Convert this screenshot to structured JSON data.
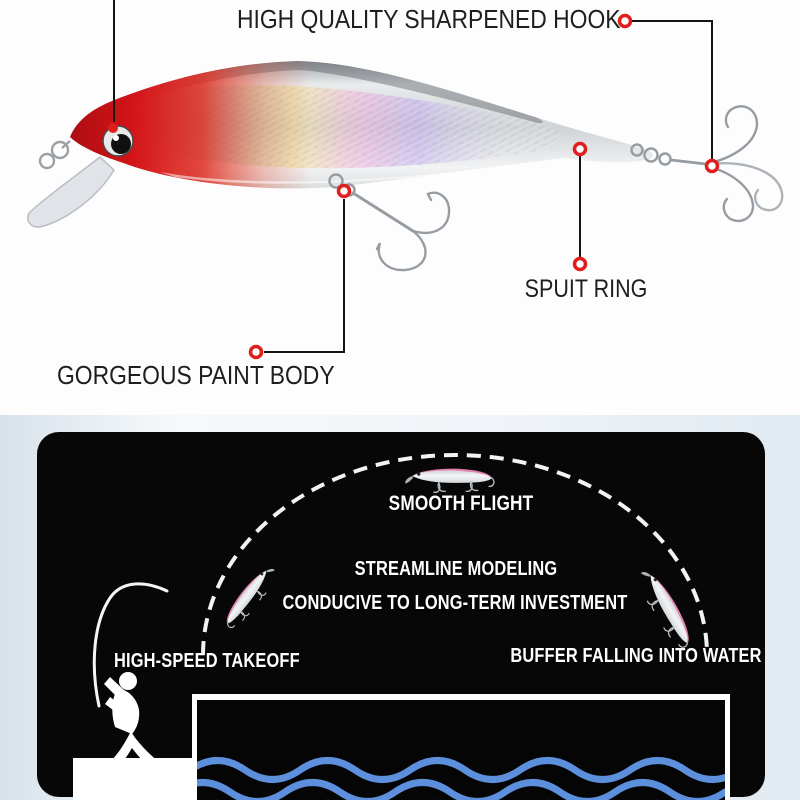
{
  "product_section": {
    "callouts": {
      "hook": {
        "label": "HIGH QUALITY SHARPENED HOOK"
      },
      "split_ring": {
        "label": "SPUIT RING"
      },
      "paint_body": {
        "label": "GORGEOUS PAINT BODY"
      }
    }
  },
  "diagram_section": {
    "labels": {
      "smooth_flight": "SMOOTH FLIGHT",
      "streamline": "STREAMLINE MODELING",
      "investment": "CONDUCIVE TO LONG-TERM INVESTMENT",
      "takeoff": "HIGH-SPEED TAKEOFF",
      "buffer": "BUFFER FALLING INTO WATER"
    }
  },
  "colors": {
    "annotation-red": "#e01e1e",
    "callout-line": "#151515",
    "label-text": "#1e1e1e",
    "panel-bg": "#070707",
    "panel-text": "#ffffff",
    "wave-blue": "#5c8fdc",
    "page-bg": "#ffffff",
    "section-bg": "#e4ecf2"
  }
}
